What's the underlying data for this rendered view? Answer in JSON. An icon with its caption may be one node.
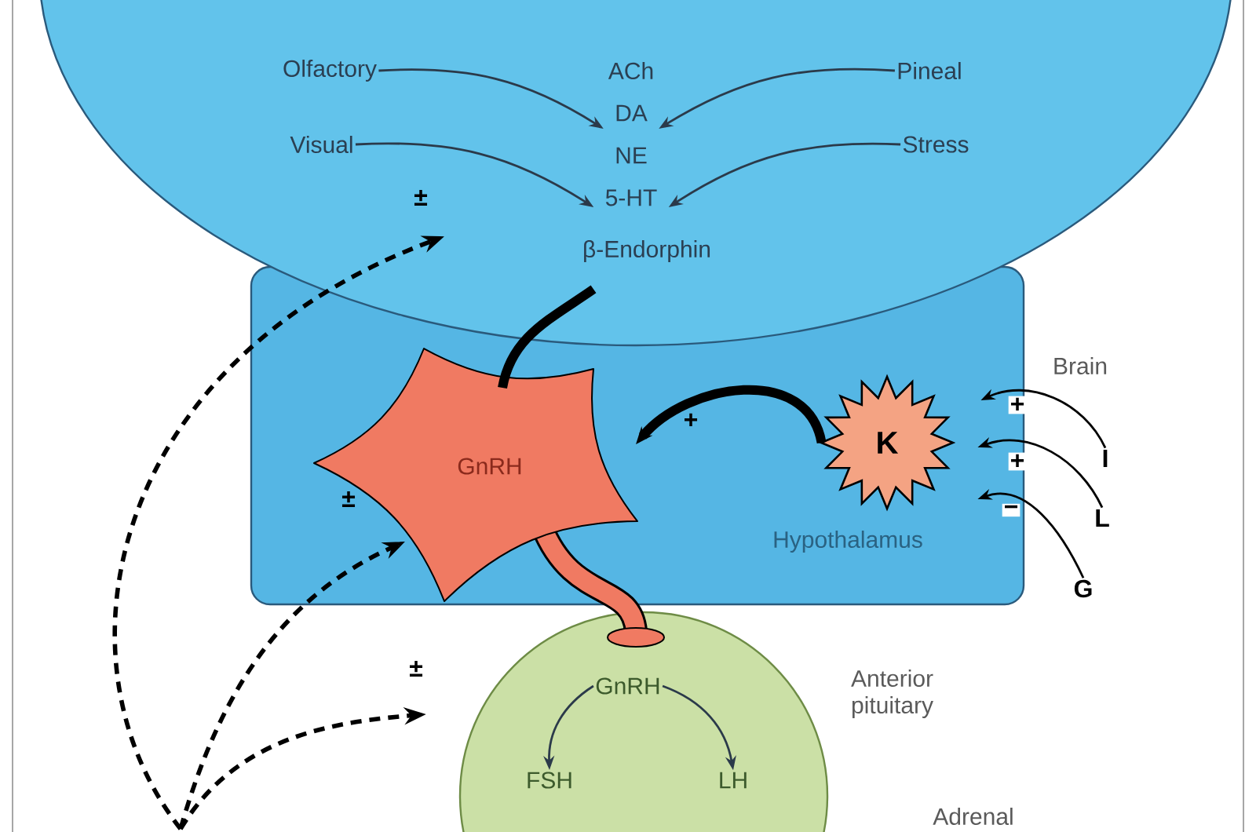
{
  "diagram": {
    "nodes": [
      {
        "text": [],
        "shape": "ellipse"
      },
      {
        "text": [
          "Olfactory"
        ],
        "in": 0
      },
      {
        "text": [
          "Visual"
        ],
        "in": 0
      },
      {
        "text": [
          "ACh"
        ],
        "in": 0
      },
      {
        "text": [
          "DA"
        ],
        "in": 0
      },
      {
        "text": [
          "NE"
        ],
        "in": 0
      },
      {
        "text": [
          "5-HT"
        ],
        "in": 0
      },
      {
        "text": [
          "β-Endorphin"
        ],
        "in": 0
      },
      {
        "text": [
          "Pineal"
        ],
        "in": 0
      },
      {
        "text": [
          "Stress"
        ],
        "in": 0
      },
      {
        "text": [
          "Hypothalamus"
        ],
        "beside": [
          "Brain"
        ]
      },
      {
        "text": [
          "GnRH"
        ],
        "in": 10
      },
      {
        "text": [
          "K"
        ],
        "in": 10
      },
      {
        "text": [
          "I"
        ]
      },
      {
        "text": [
          "L"
        ]
      },
      {
        "text": [
          "G"
        ]
      },
      {
        "text": [],
        "shape": "circle",
        "beside": [
          "Anterior pituitary"
        ]
      },
      {
        "text": [
          "GnRH"
        ],
        "in": 16
      },
      {
        "text": [
          "FSH"
        ],
        "in": 16
      },
      {
        "text": [
          "LH"
        ],
        "in": 16
      }
    ],
    "edges": [
      {
        "from": 1,
        "to": 4,
        "arrow": "to",
        "color": "#2b3a4a"
      },
      {
        "from": 2,
        "to": 6,
        "arrow": "to",
        "color": "#2b3a4a"
      },
      {
        "from": 8,
        "to": 4,
        "arrow": "to",
        "color": "#2b3a4a"
      },
      {
        "from": 9,
        "to": 6,
        "arrow": "to",
        "color": "#2b3a4a"
      },
      {
        "from": 7,
        "to": 11,
        "arrow": "none",
        "style": "thick"
      },
      {
        "from": 12,
        "to": 11,
        "arrow": "to",
        "style": "thick",
        "label": "+"
      },
      {
        "from": 13,
        "to": 12,
        "arrow": "to",
        "label": "+"
      },
      {
        "from": 14,
        "to": 12,
        "arrow": "to",
        "label": "+"
      },
      {
        "from": 15,
        "to": 12,
        "arrow": "to",
        "label": "−"
      },
      {
        "from": 17,
        "to": 18,
        "arrow": "to",
        "color": "#2b3a4a"
      },
      {
        "from": 17,
        "to": 19,
        "arrow": "to",
        "color": "#2b3a4a"
      },
      {
        "from": null,
        "to": 0,
        "arrow": "to",
        "style": "dashed",
        "label": "±"
      },
      {
        "from": null,
        "to": 11,
        "arrow": "to",
        "style": "dashed",
        "label": "±"
      },
      {
        "from": null,
        "to": 16,
        "arrow": "to",
        "style": "dashed",
        "label": "±"
      }
    ],
    "labels": [
      "Adrenal"
    ]
  }
}
